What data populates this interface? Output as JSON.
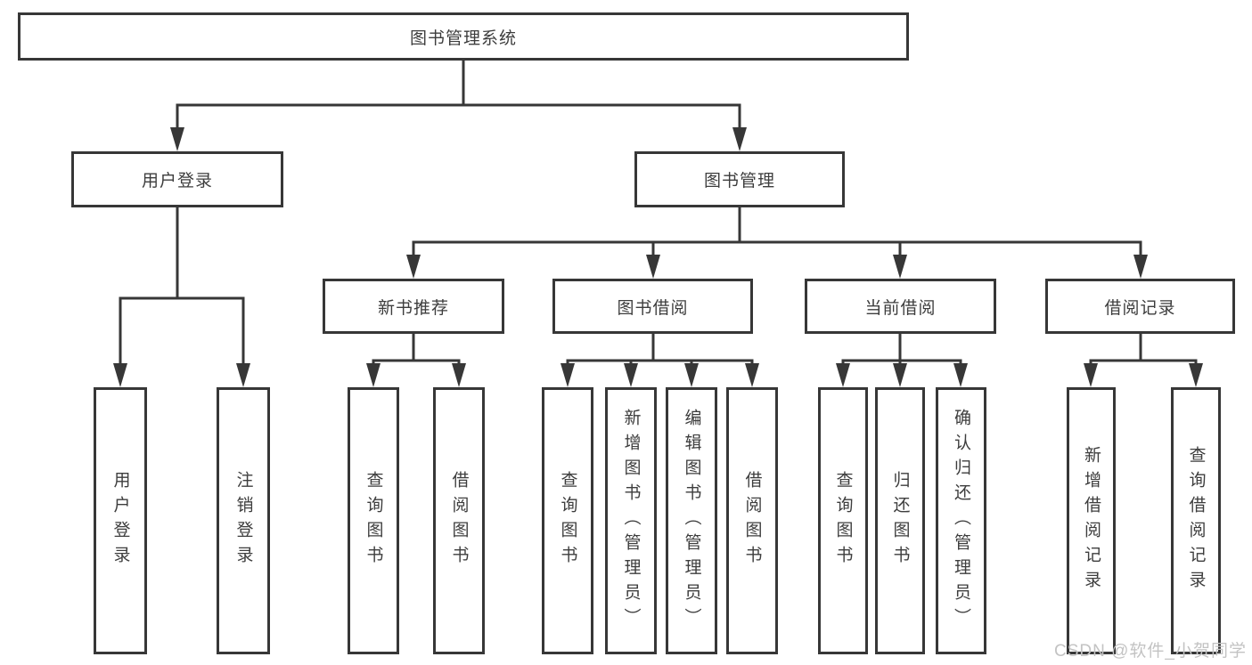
{
  "tree": {
    "root": {
      "label": "图书管理系统"
    },
    "branches": [
      {
        "label": "用户登录",
        "children": [
          {
            "label": "用户登录"
          },
          {
            "label": "注销登录"
          }
        ]
      },
      {
        "label": "图书管理",
        "children": [
          {
            "label": "新书推荐",
            "children": [
              {
                "label": "查询图书"
              },
              {
                "label": "借阅图书"
              }
            ]
          },
          {
            "label": "图书借阅",
            "children": [
              {
                "label": "查询图书"
              },
              {
                "label": "新增图书（管理员）"
              },
              {
                "label": "编辑图书（管理员）"
              },
              {
                "label": "借阅图书"
              }
            ]
          },
          {
            "label": "当前借阅",
            "children": [
              {
                "label": "查询图书"
              },
              {
                "label": "归还图书"
              },
              {
                "label": "确认归还（管理员）"
              }
            ]
          },
          {
            "label": "借阅记录",
            "children": [
              {
                "label": "新增借阅记录"
              },
              {
                "label": "查询借阅记录"
              }
            ]
          }
        ]
      }
    ]
  },
  "watermark": "CSDN @软件_小贺同学",
  "colors": {
    "line": "#373737",
    "text": "#3d3d3d",
    "watermark": "#c3c3c3",
    "background": "#ffffff"
  }
}
